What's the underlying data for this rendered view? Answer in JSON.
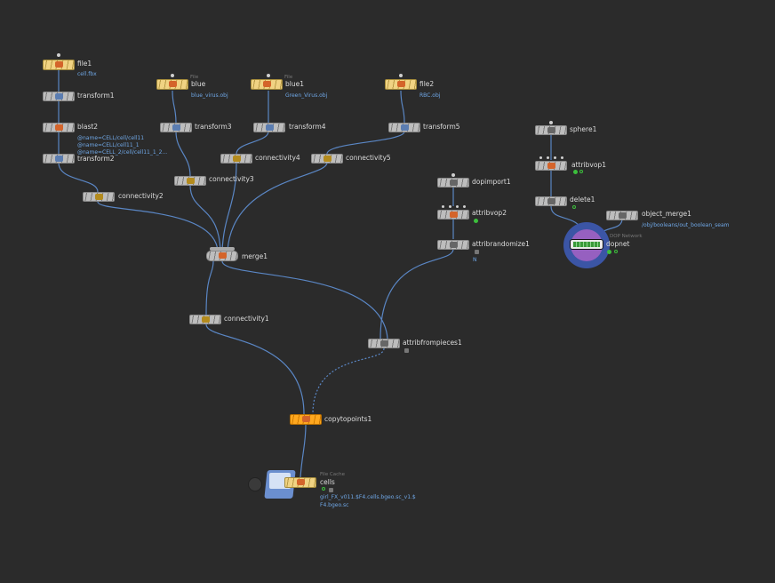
{
  "nodes": {
    "file1": {
      "label": "file1",
      "sub": "cell.fbx"
    },
    "transform1": {
      "label": "transform1"
    },
    "blast2": {
      "label": "blast2",
      "sub1": "@name=CELL/cell/cell11",
      "sub2": "@name=CELL/cell11_1",
      "sub3": "@name=CELL_2/cell/cell11_1_2..."
    },
    "transform2": {
      "label": "transform2"
    },
    "connectivity2": {
      "label": "connectivity2"
    },
    "blue": {
      "label": "blue",
      "cat": "File",
      "sub": "blue_virus.obj"
    },
    "transform3": {
      "label": "transform3"
    },
    "connectivity3": {
      "label": "connectivity3"
    },
    "blue1": {
      "label": "blue1",
      "cat": "File",
      "sub": "Green_Virus.obj"
    },
    "transform4": {
      "label": "transform4"
    },
    "connectivity4": {
      "label": "connectivity4"
    },
    "file2": {
      "label": "file2",
      "sub": "RBC.obj"
    },
    "transform5": {
      "label": "transform5"
    },
    "connectivity5": {
      "label": "connectivity5"
    },
    "merge1": {
      "label": "merge1"
    },
    "connectivity1": {
      "label": "connectivity1"
    },
    "dopimport1": {
      "label": "dopimport1"
    },
    "attribvop2": {
      "label": "attribvop2"
    },
    "attribrandomize1": {
      "label": "attribrandomize1",
      "sub": "N"
    },
    "attribfrompieces1": {
      "label": "attribfrompieces1"
    },
    "copytopoints1": {
      "label": "copytopoints1"
    },
    "cells": {
      "label": "cells",
      "cat": "File Cache",
      "sub1": "girl_FX_v011.$F4.cells.bgeo.sc_v1.$",
      "sub2": "F4.bgeo.sc"
    },
    "sphere1": {
      "label": "sphere1"
    },
    "attribvop1": {
      "label": "attribvop1"
    },
    "delete1": {
      "label": "delete1"
    },
    "object_merge1": {
      "label": "object_merge1",
      "sub": "/obj/booleans/out_boolean_seam"
    },
    "dopnet": {
      "label": "dopnet",
      "cat": "DOP Network"
    }
  },
  "colors": {
    "wire": "#5a86c4",
    "node_gray": "#bdbdbd",
    "node_file": "#f0d383",
    "node_display": "#ffa81f",
    "flag_green": "#3cbf3c"
  }
}
